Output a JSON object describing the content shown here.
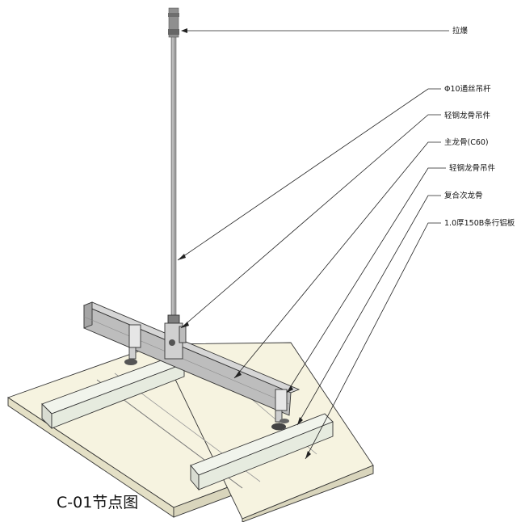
{
  "diagram": {
    "title": "C-01节点图",
    "callouts": [
      {
        "id": "expansion-bolt",
        "text": "拉爆"
      },
      {
        "id": "hanger-rod",
        "text": "Φ10通丝吊杆"
      },
      {
        "id": "hanger-upper",
        "text": "轻钢龙骨吊件"
      },
      {
        "id": "main-keel",
        "text": "主龙骨(C60)"
      },
      {
        "id": "hanger-lower",
        "text": "轻钢龙骨吊件"
      },
      {
        "id": "secondary-keel",
        "text": "复合次龙骨"
      },
      {
        "id": "aluminum-panel",
        "text": "1.0厚150B条行铝板"
      }
    ],
    "colors": {
      "panel_top": "#f6f3e0",
      "panel_side": "#e4e0c6",
      "keel_steel": "#b8b8b8",
      "keel_light": "#d6d6d6",
      "cross_keel": "#eef2e8",
      "rod": "#9a9a9a"
    }
  }
}
